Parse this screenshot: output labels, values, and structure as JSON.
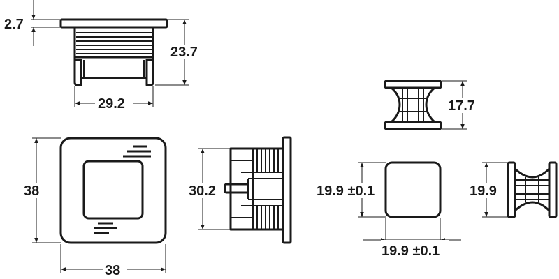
{
  "dimensions": {
    "top_view": {
      "flange_thickness": "2.7",
      "height": "23.7",
      "width": "29.2"
    },
    "front_view": {
      "height": "38",
      "width": "38"
    },
    "side_view": {
      "body_height": "30.2"
    },
    "small_side_view": {
      "height": "17.7"
    },
    "small_front_view": {
      "height": "19.9 ±0.1",
      "width": "19.9 ±0.1"
    },
    "small_profile_view": {
      "height": "19.9"
    }
  }
}
